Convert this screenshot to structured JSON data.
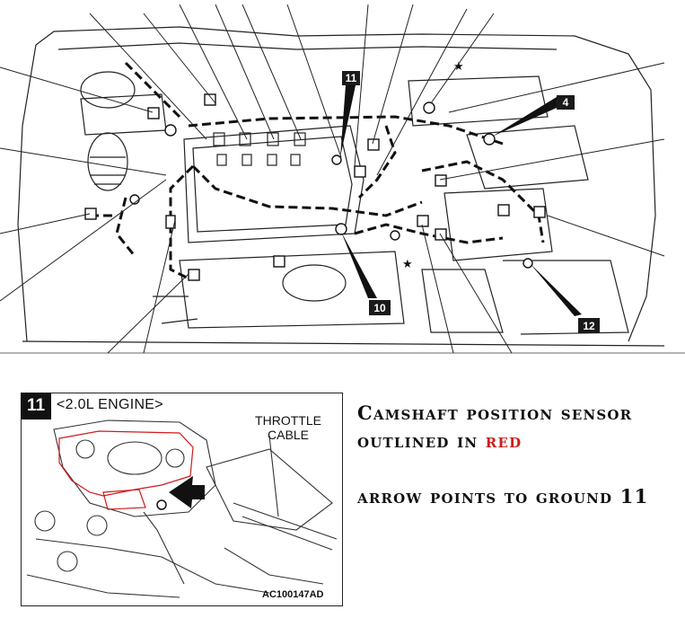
{
  "main_diagram": {
    "callouts": [
      "11",
      "4",
      "10",
      "12"
    ]
  },
  "inset": {
    "badge": "11",
    "title": "<2.0L ENGINE>",
    "throttle_label": [
      "THROTTLE",
      "CABLE"
    ],
    "figure_code": "AC100147AD"
  },
  "notes": {
    "line1": "Camshaft position sensor",
    "line2_prefix": "outlined in",
    "line2_highlight": "red",
    "line3": "arrow points to ground 11"
  },
  "colors": {
    "outline_highlight": "#d11a1a",
    "line": "#222222"
  }
}
